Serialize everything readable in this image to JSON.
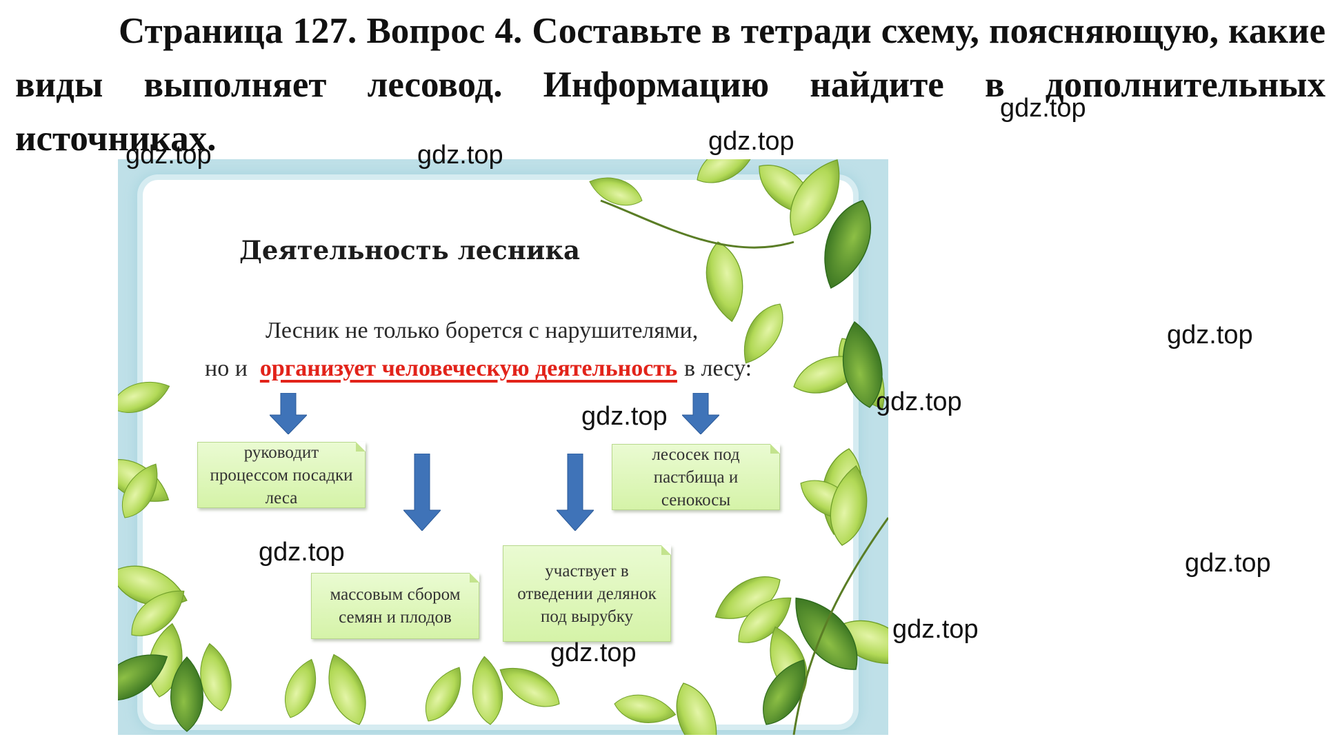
{
  "header": {
    "text": "Страница 127. Вопрос 4. Составьте в тетради схему, поясняющую, какие виды выполняет лесовод. Информацию найдите в дополнительных источниках."
  },
  "watermark": "gdz.top",
  "slide": {
    "title": "Деятельность лесника",
    "line1": "Лесник не только борется с нарушителями,",
    "line2_start": "но и",
    "line2_highlight": "организует человеческую деятельность",
    "line2_end": "в лесу:",
    "boxes": [
      "руководит процессом посадки леса",
      "массовым сбором семян и плодов",
      "участвует в отведении делянок под вырубку",
      "лесосек под пастбища и сенокосы"
    ]
  },
  "colors": {
    "arrow": "#3f73b8",
    "highlight": "#e2231a",
    "box_fill": "#d5f3a8",
    "leaf_green": "#9cc640",
    "frame_blue": "#bfe0e8"
  }
}
